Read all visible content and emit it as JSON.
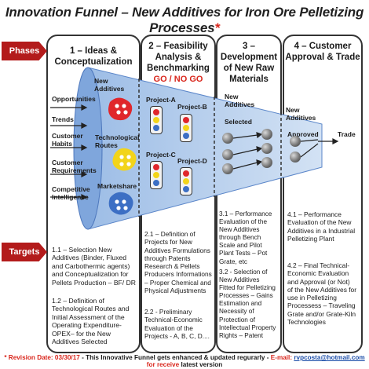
{
  "title": "Innovation Funnel – New Additives for Iron Ore Pelletizing Processes",
  "title_star": "*",
  "tags": {
    "phases": "Phases",
    "targets": "Targets"
  },
  "columns": [
    {
      "heading": "1 – Ideas & Conceptualization"
    },
    {
      "heading": "2 – Feasibility Analysis & Benchmarking"
    },
    {
      "heading": "3 – Development of New Raw Materials"
    },
    {
      "heading": "4 – Customer Approval & Trade"
    }
  ],
  "go_no_go": "GO / NO GO",
  "funnel_labels": {
    "new_additives": "New Additives",
    "technological_routes": "Technological Routes",
    "marketshare": "Marketshare",
    "selected": "Selected",
    "approved": "Approved",
    "trade": "Trade"
  },
  "inputs": [
    "Opportunities",
    "Trends",
    "Customer Habits",
    "Customer Requirements",
    "Competitive Intelligence"
  ],
  "projects": [
    "Project-A",
    "Project-B",
    "Project-C",
    "Project-D"
  ],
  "targets": {
    "col1": [
      "1.1 – Selection New Additives (Binder, Fluxed and Carbothermic agents) and Conceptualization for Pellets Production – BF/ DR",
      "1.2 – Definition of Technological Routes and Initial Assessment of the Operating Expenditure-OPEX– for the New Additives Selected"
    ],
    "col2": [
      "2.1 – Definition of Projects for New Additives Formulations through Patents Research & Pellets Producers Informations – Proper Chemical and Physical Adjustments",
      "2.2 - Preliminary Technical-Economic Evaluation of the Projects - A, B, C, D...."
    ],
    "col3": [
      "3.1 – Performance Evaluation of the New Additives through Bench Scale and Pilot Plant Tests – Pot Grate, etc",
      "3.2 - Selection of New Additives Fitted for Pelletizing Processes – Gains Estimation and Necessity of Protection of Intellectual Property Rights – Patent"
    ],
    "col4": [
      "4.1 – Performance Evaluation of the New Additives in a Industrial Pelletizing Plant",
      "4.2 – Final Technical-Economic Evaluation and Approval (or Not) of the New Additives for use in Pelletizing Processess – Traveling Grate and/or Grate-Kiln Technologies"
    ]
  },
  "footer": {
    "prefix": "* Revision Date: 03/30/17",
    "middle": " - This Innovative Funnel gets enhanced & updated regurarly - ",
    "email_label": "E-mail: ",
    "email": "rvpcosta@hotmail.com",
    "suffix": " for receive",
    "end": " latest version"
  },
  "colors": {
    "tag_red": "#b31b1b",
    "funnel": "#bcd3ee",
    "funnel_edge": "#5b86c9",
    "blob_red": "#e0262b",
    "blob_yellow": "#f2d41a",
    "blob_blue": "#3c6fc4"
  }
}
